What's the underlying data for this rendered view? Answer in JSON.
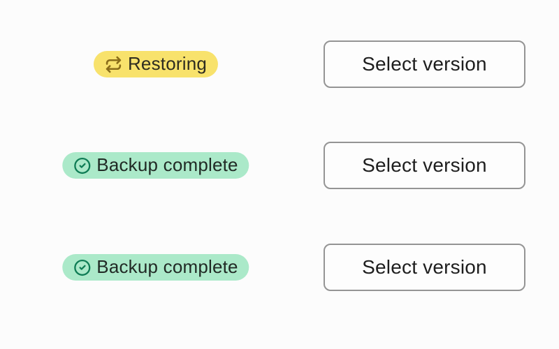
{
  "page": {
    "background_color": "#fcfcfc"
  },
  "rows": [
    {
      "status": {
        "label": "Restoring",
        "icon": "repeat-arrows-icon",
        "background_color": "#f8e26c",
        "icon_color": "#8a6d1a",
        "text_color": "#2e2c20"
      },
      "action": {
        "label": "Select version"
      }
    },
    {
      "status": {
        "label": "Backup complete",
        "icon": "check-circle-icon",
        "background_color": "#abe9c9",
        "icon_color": "#0f7c55",
        "text_color": "#212a25"
      },
      "action": {
        "label": "Select version"
      }
    },
    {
      "status": {
        "label": "Backup complete",
        "icon": "check-circle-icon",
        "background_color": "#abe9c9",
        "icon_color": "#0f7c55",
        "text_color": "#212a25"
      },
      "action": {
        "label": "Select version"
      }
    }
  ],
  "button_style": {
    "border_color": "#949494",
    "text_color": "#1e1e1e",
    "background_color": "#fdfdfd"
  }
}
